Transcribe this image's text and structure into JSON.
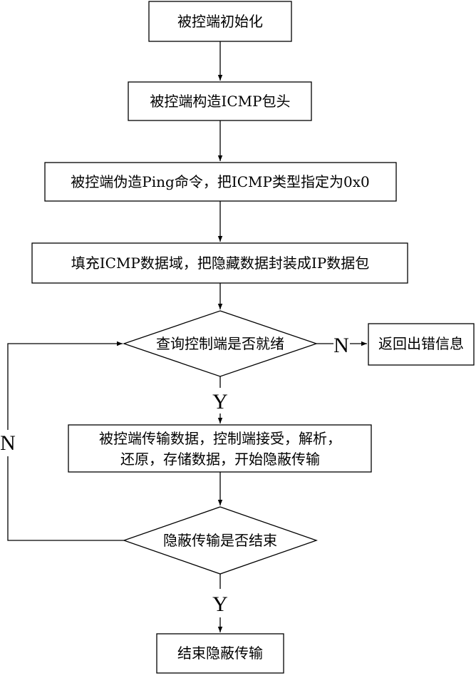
{
  "flowchart": {
    "nodes": {
      "init": "被控端初始化",
      "build_header": "被控端构造ICMP包头",
      "forge_ping": "被控端伪造Ping命令，把ICMP类型指定为0x0",
      "fill_data": "填充ICMP数据域，把隐藏数据封装成IP数据包",
      "query_ready": "查询控制端是否就绪",
      "error": "返回出错信息",
      "transfer_line1": "被控端传输数据，控制端接受，解析，",
      "transfer_line2": "还原，存储数据，开始隐蔽传输",
      "is_finished": "隐蔽传输是否结束",
      "end": "结束隐蔽传输"
    },
    "edge_labels": {
      "ready_no": "N",
      "ready_yes": "Y",
      "finished_no": "N",
      "finished_yes": "Y"
    }
  }
}
